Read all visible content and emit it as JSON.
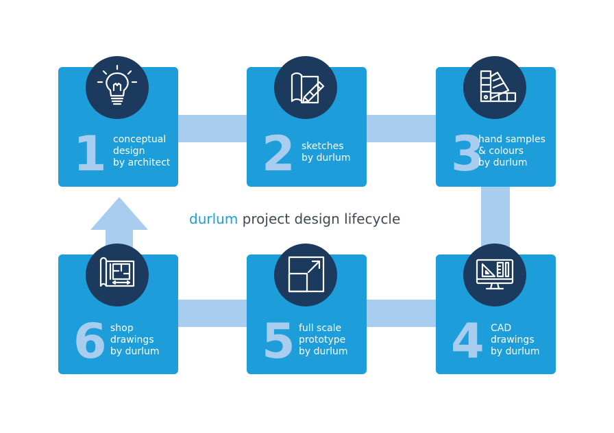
{
  "title": {
    "brand": "durlum",
    "rest": "project design lifecycle"
  },
  "colors": {
    "box": "#1e9ddb",
    "connector": "#a9cdee",
    "icon_bg": "#1c3a5e",
    "title": "#3d4a55"
  },
  "steps": [
    {
      "number": "1",
      "lines": [
        "conceptual",
        "design",
        "by architect"
      ],
      "icon": "lightbulb-icon"
    },
    {
      "number": "2",
      "lines": [
        "sketches",
        "by durlum"
      ],
      "icon": "sketch-pencil-icon"
    },
    {
      "number": "3",
      "lines": [
        "hand samples",
        "& colours",
        "by durlum"
      ],
      "icon": "color-swatch-icon"
    },
    {
      "number": "4",
      "lines": [
        "CAD",
        "drawings",
        "by durlum"
      ],
      "icon": "cad-monitor-icon"
    },
    {
      "number": "5",
      "lines": [
        "full scale",
        "prototype",
        "by durlum"
      ],
      "icon": "scale-arrow-icon"
    },
    {
      "number": "6",
      "lines": [
        "shop",
        "drawings",
        "by durlum"
      ],
      "icon": "blueprint-icon"
    }
  ]
}
